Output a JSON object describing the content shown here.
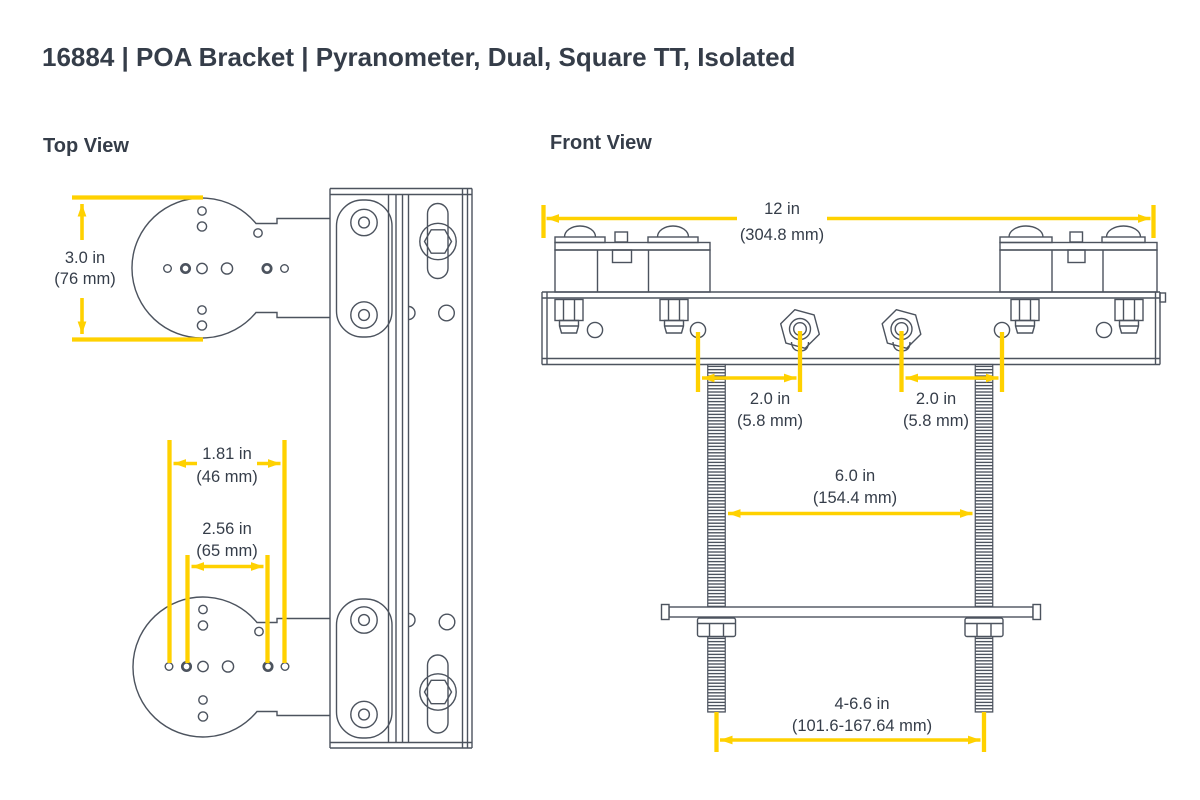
{
  "title": "16884 | POA Bracket | Pyranometer, Dual, Square TT, Isolated",
  "colors": {
    "accent_yellow": "#FFD100",
    "line_gray": "#4C535E",
    "text_ink": "#353D49"
  },
  "top_view": {
    "label": "Top View",
    "dimensions": {
      "plate_height": {
        "value": "3.0 in",
        "metric": "(76 mm)"
      },
      "hole_spacing_outer": {
        "value": "1.81 in",
        "metric": "(46 mm)"
      },
      "hole_spacing_inner": {
        "value": "2.56 in",
        "metric": "(65 mm)"
      }
    }
  },
  "front_view": {
    "label": "Front View",
    "dimensions": {
      "overall_width": {
        "value": "12 in",
        "metric": "(304.8 mm)"
      },
      "left_hole_offset": {
        "value": "2.0 in",
        "metric": "(5.8 mm)"
      },
      "right_hole_offset": {
        "value": "2.0 in",
        "metric": "(5.8 mm)"
      },
      "rod_spacing": {
        "value": "6.0 in",
        "metric": "(154.4 mm)"
      },
      "rod_adjustment_range": {
        "value": "4-6.6 in",
        "metric": "(101.6-167.64 mm)"
      }
    }
  }
}
